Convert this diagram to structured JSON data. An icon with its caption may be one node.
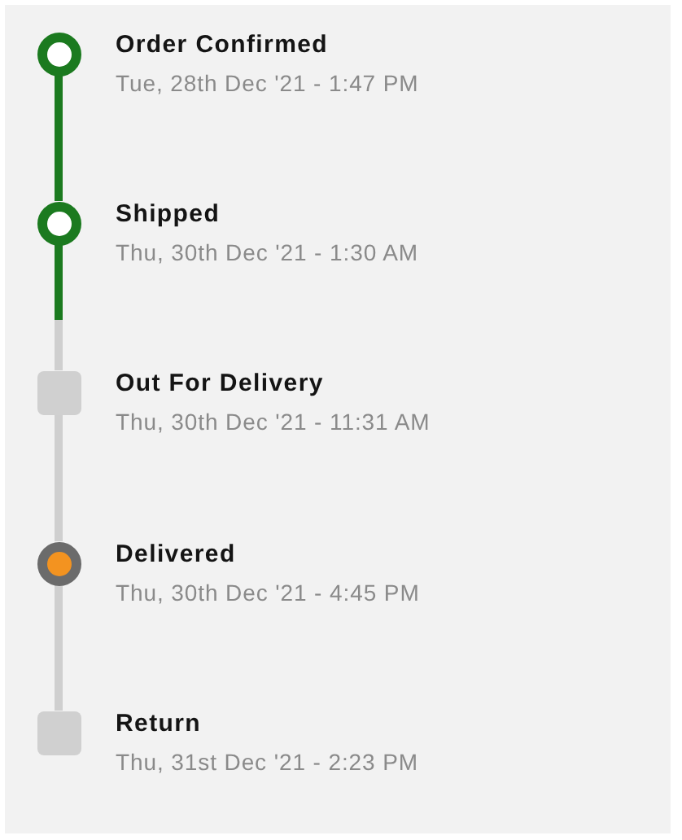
{
  "diagram": {
    "nodes": [
      {
        "text": [],
        "shape": "circle",
        "beside": [
          "Order Confirmed",
          "Tue, 28th Dec '21 - 1:47 PM"
        ]
      },
      {
        "text": [],
        "shape": "circle",
        "beside": [
          "Shipped",
          "Thu, 30th Dec '21 - 1:30 AM"
        ]
      },
      {
        "text": [],
        "shape": "box",
        "beside": [
          "Out For Delivery",
          "Thu, 30th Dec '21 - 11:31 AM"
        ]
      },
      {
        "text": [],
        "shape": "circle",
        "beside": [
          "Delivered",
          "Thu, 30th Dec '21 - 4:45 PM"
        ]
      },
      {
        "text": [],
        "shape": "box",
        "beside": [
          "Return",
          "Thu, 31st Dec '21 - 2:23 PM"
        ]
      }
    ],
    "edges": [
      {
        "from": 0,
        "to": 1,
        "arrow": "none",
        "color": "#1b7a1f"
      },
      {
        "from": 1,
        "to": 2,
        "arrow": "none",
        "color": "#1b7a1f"
      },
      {
        "from": 2,
        "to": 3,
        "arrow": "none"
      },
      {
        "from": 3,
        "to": 4,
        "arrow": "none"
      }
    ]
  }
}
